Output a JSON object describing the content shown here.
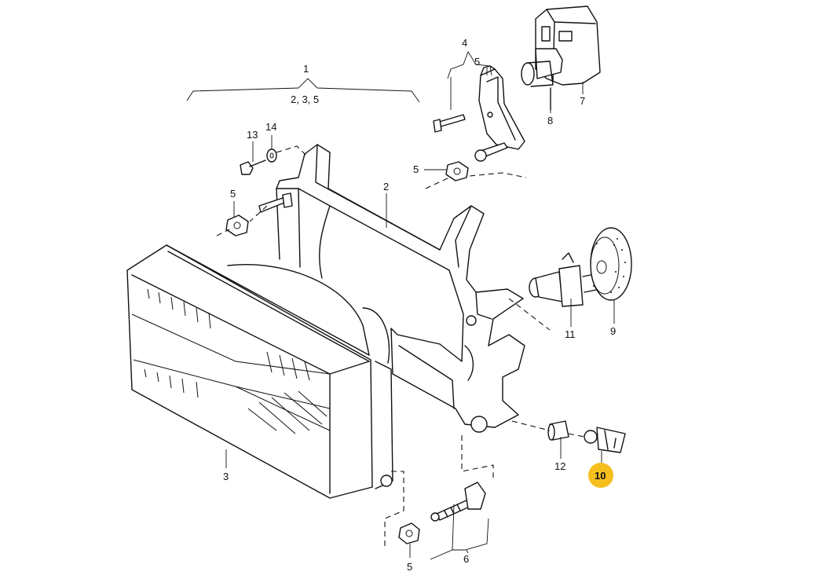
{
  "callouts": {
    "c1": "1",
    "c1_sub": "2, 3, 5",
    "c2": "2",
    "c3": "3",
    "c4": "4",
    "c5_top": "5",
    "c5_mid": "5",
    "c5_left": "5",
    "c5_bottom": "5",
    "c6": "6",
    "c7": "7",
    "c8": "8",
    "c9": "9",
    "c10": "10",
    "c11": "11",
    "c12": "12",
    "c13": "13",
    "c14": "14"
  },
  "highlight": {
    "part": "10",
    "color": "#f5c01e"
  }
}
